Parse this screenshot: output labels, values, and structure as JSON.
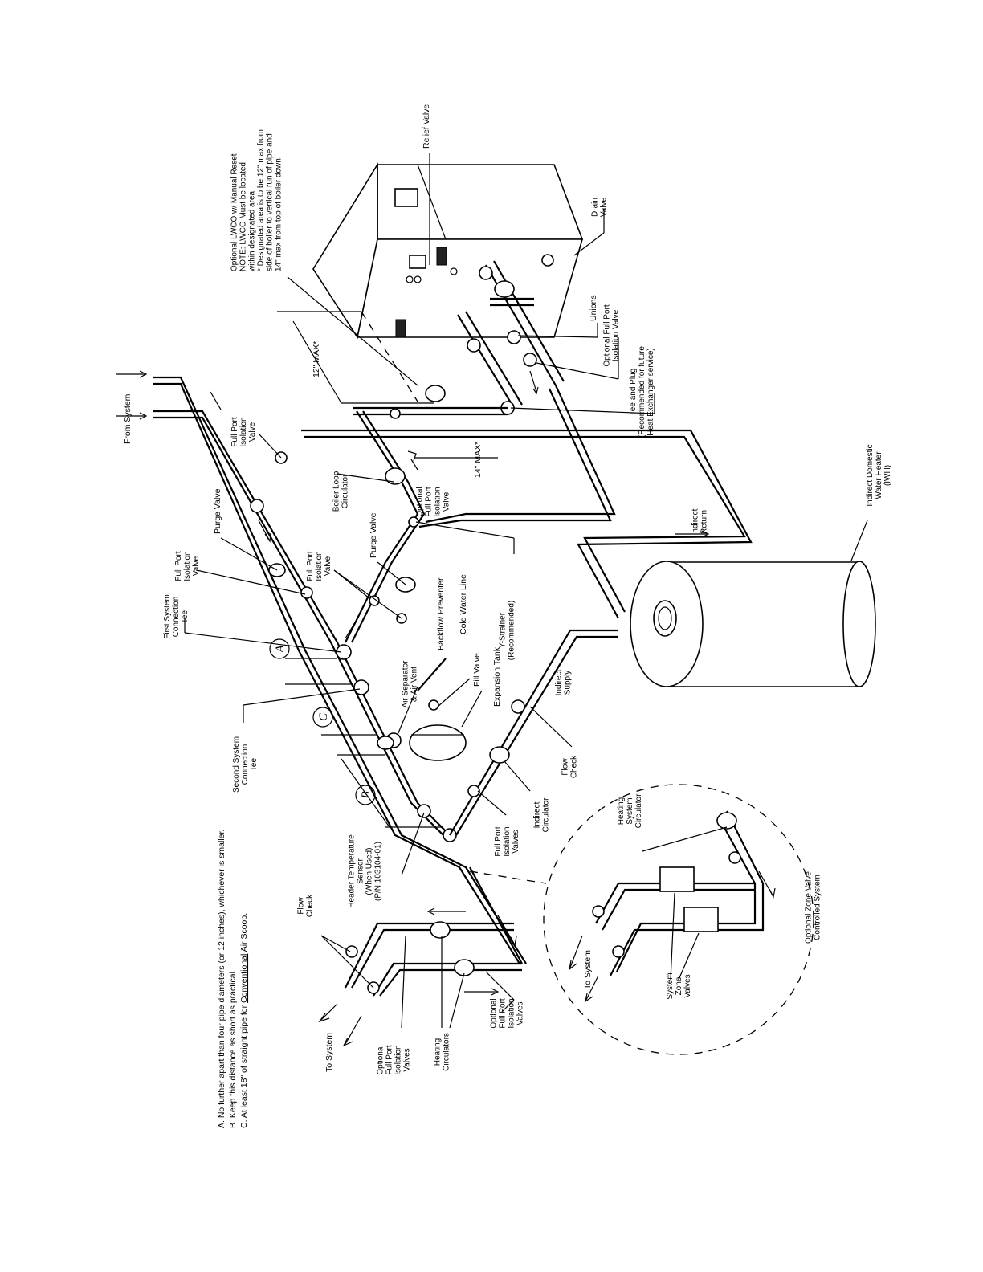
{
  "notes": {
    "a": "A. No further apart than four pipe diameters (or 12 inches), whichever is smaller.",
    "b": "B. Keep this distance as short as practical.",
    "c_prefix": "C. At least 18\" of straight pipe for ",
    "c_underlined": "Conventional",
    "c_suffix": " Air Scoop."
  },
  "labels": {
    "from_system": "From System",
    "relief_valve": "Relief Valve",
    "drain_valve": [
      "Drain",
      "Valve"
    ],
    "lwco": [
      "Optional LWCO w/ Manual Reset",
      "NOTE: LWCO Must be located",
      "within designated area.",
      "* Designated area is to be 12\" max from",
      "side of boiler to vertical run of pipe and",
      "14\" max from top of boiler down."
    ],
    "unions": "Unions",
    "optional_fp_iso": [
      "Optional Full Port",
      "Isolation Valve"
    ],
    "tee_plug": [
      "Tee and Plug",
      "(Recommended for future",
      "Heat Exchanger service)"
    ],
    "twelve_max": "12\" MAX*",
    "fourteen_max": "14\" MAX*",
    "fp_iso_top": [
      "Full Port",
      "Isolation",
      "Valve"
    ],
    "boiler_loop_circ": [
      "Boiler Loop",
      "Circulator"
    ],
    "opt_fp_iso_mid": [
      "Optional",
      "Full Port",
      "Isolation",
      "Valve"
    ],
    "purge_valve_1": "Purge Valve",
    "fp_iso_left": [
      "Full Port",
      "Isolation",
      "Valve"
    ],
    "first_tee": [
      "First System",
      "Connection",
      "Tee"
    ],
    "fp_iso_mid2": [
      "Full Port",
      "Isolation",
      "Valve"
    ],
    "purge_valve_2": "Purge Valve",
    "backflow": "Backflow Preventer",
    "cold_water": "Cold Water Line",
    "y_strainer": [
      "Y-Strainer",
      "(Recommended)"
    ],
    "air_sep": [
      "Air Separator",
      "& Air Vent"
    ],
    "fill_valve": "Fill Valve",
    "expansion_tank": "Expansion Tank",
    "second_tee": [
      "Second System",
      "Connection",
      "Tee"
    ],
    "indirect_return": [
      "Indirect",
      "Return"
    ],
    "iwh": [
      "Indirect Domestic",
      "Water Heater",
      "(IWH)"
    ],
    "indirect_supply": [
      "Indirect",
      "Supply"
    ],
    "flow_check_right": [
      "Flow",
      "Check"
    ],
    "indirect_circ": [
      "Indirect",
      "Circulator"
    ],
    "fp_iso_valves": [
      "Full Port",
      "Isolation",
      "Valves"
    ],
    "header_sensor": [
      "Header Temperature",
      "Sensor",
      "(When Used)",
      "(P/N 103104-01)"
    ],
    "flow_check_left": [
      "Flow",
      "Check"
    ],
    "to_system_left": "To System",
    "opt_fp_iso_left": [
      "Optional",
      "Full Port",
      "Isolation",
      "Valves"
    ],
    "heating_circs": [
      "Heating",
      "Circulators"
    ],
    "opt_fp_iso_low": [
      "Optional",
      "Full Port",
      "Isolation",
      "Valves"
    ],
    "heating_sys_circ": [
      "Heating",
      "System",
      "Circulator"
    ],
    "to_system_zone": "To System",
    "system_zone_valves": [
      "System",
      "Zone",
      "Valves"
    ],
    "zone_controlled": [
      "Optional Zone Valve",
      "Controlled System"
    ],
    "letter_a": "A",
    "letter_b": "B",
    "letter_c": "C"
  }
}
